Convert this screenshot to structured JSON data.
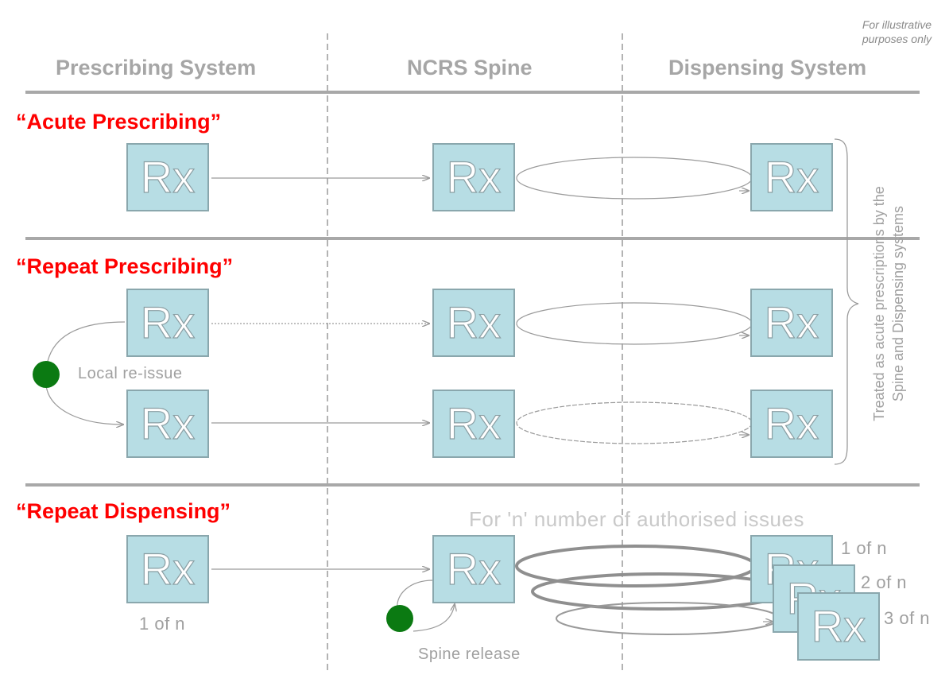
{
  "note": {
    "line1": "For illustrative",
    "line2": "purposes only"
  },
  "columns": {
    "prescribing": "Prescribing System",
    "spine": "NCRS Spine",
    "dispensing": "Dispensing System"
  },
  "sections": {
    "acute": "“Acute Prescribing”",
    "repeat_prescribing": "“Repeat Prescribing”",
    "repeat_dispensing": "“Repeat Dispensing”"
  },
  "rx_label": "Rx",
  "labels": {
    "local_reissue": "Local re-issue",
    "first_of_n": "1 of n",
    "spine_release": "Spine release",
    "authorised_issues": "For 'n' number of authorised issues",
    "issue_1": "1 of n",
    "issue_2": "2 of n",
    "issue_3": "3 of n"
  },
  "side_note": {
    "line1": "Treated as acute prescriptions by the",
    "line2": "Spine and Dispensing systems"
  },
  "colors": {
    "rx_fill": "#b7dde4",
    "section_title": "#ff0000",
    "status_dot": "#0b7a12",
    "divider": "#a8a8a8"
  }
}
